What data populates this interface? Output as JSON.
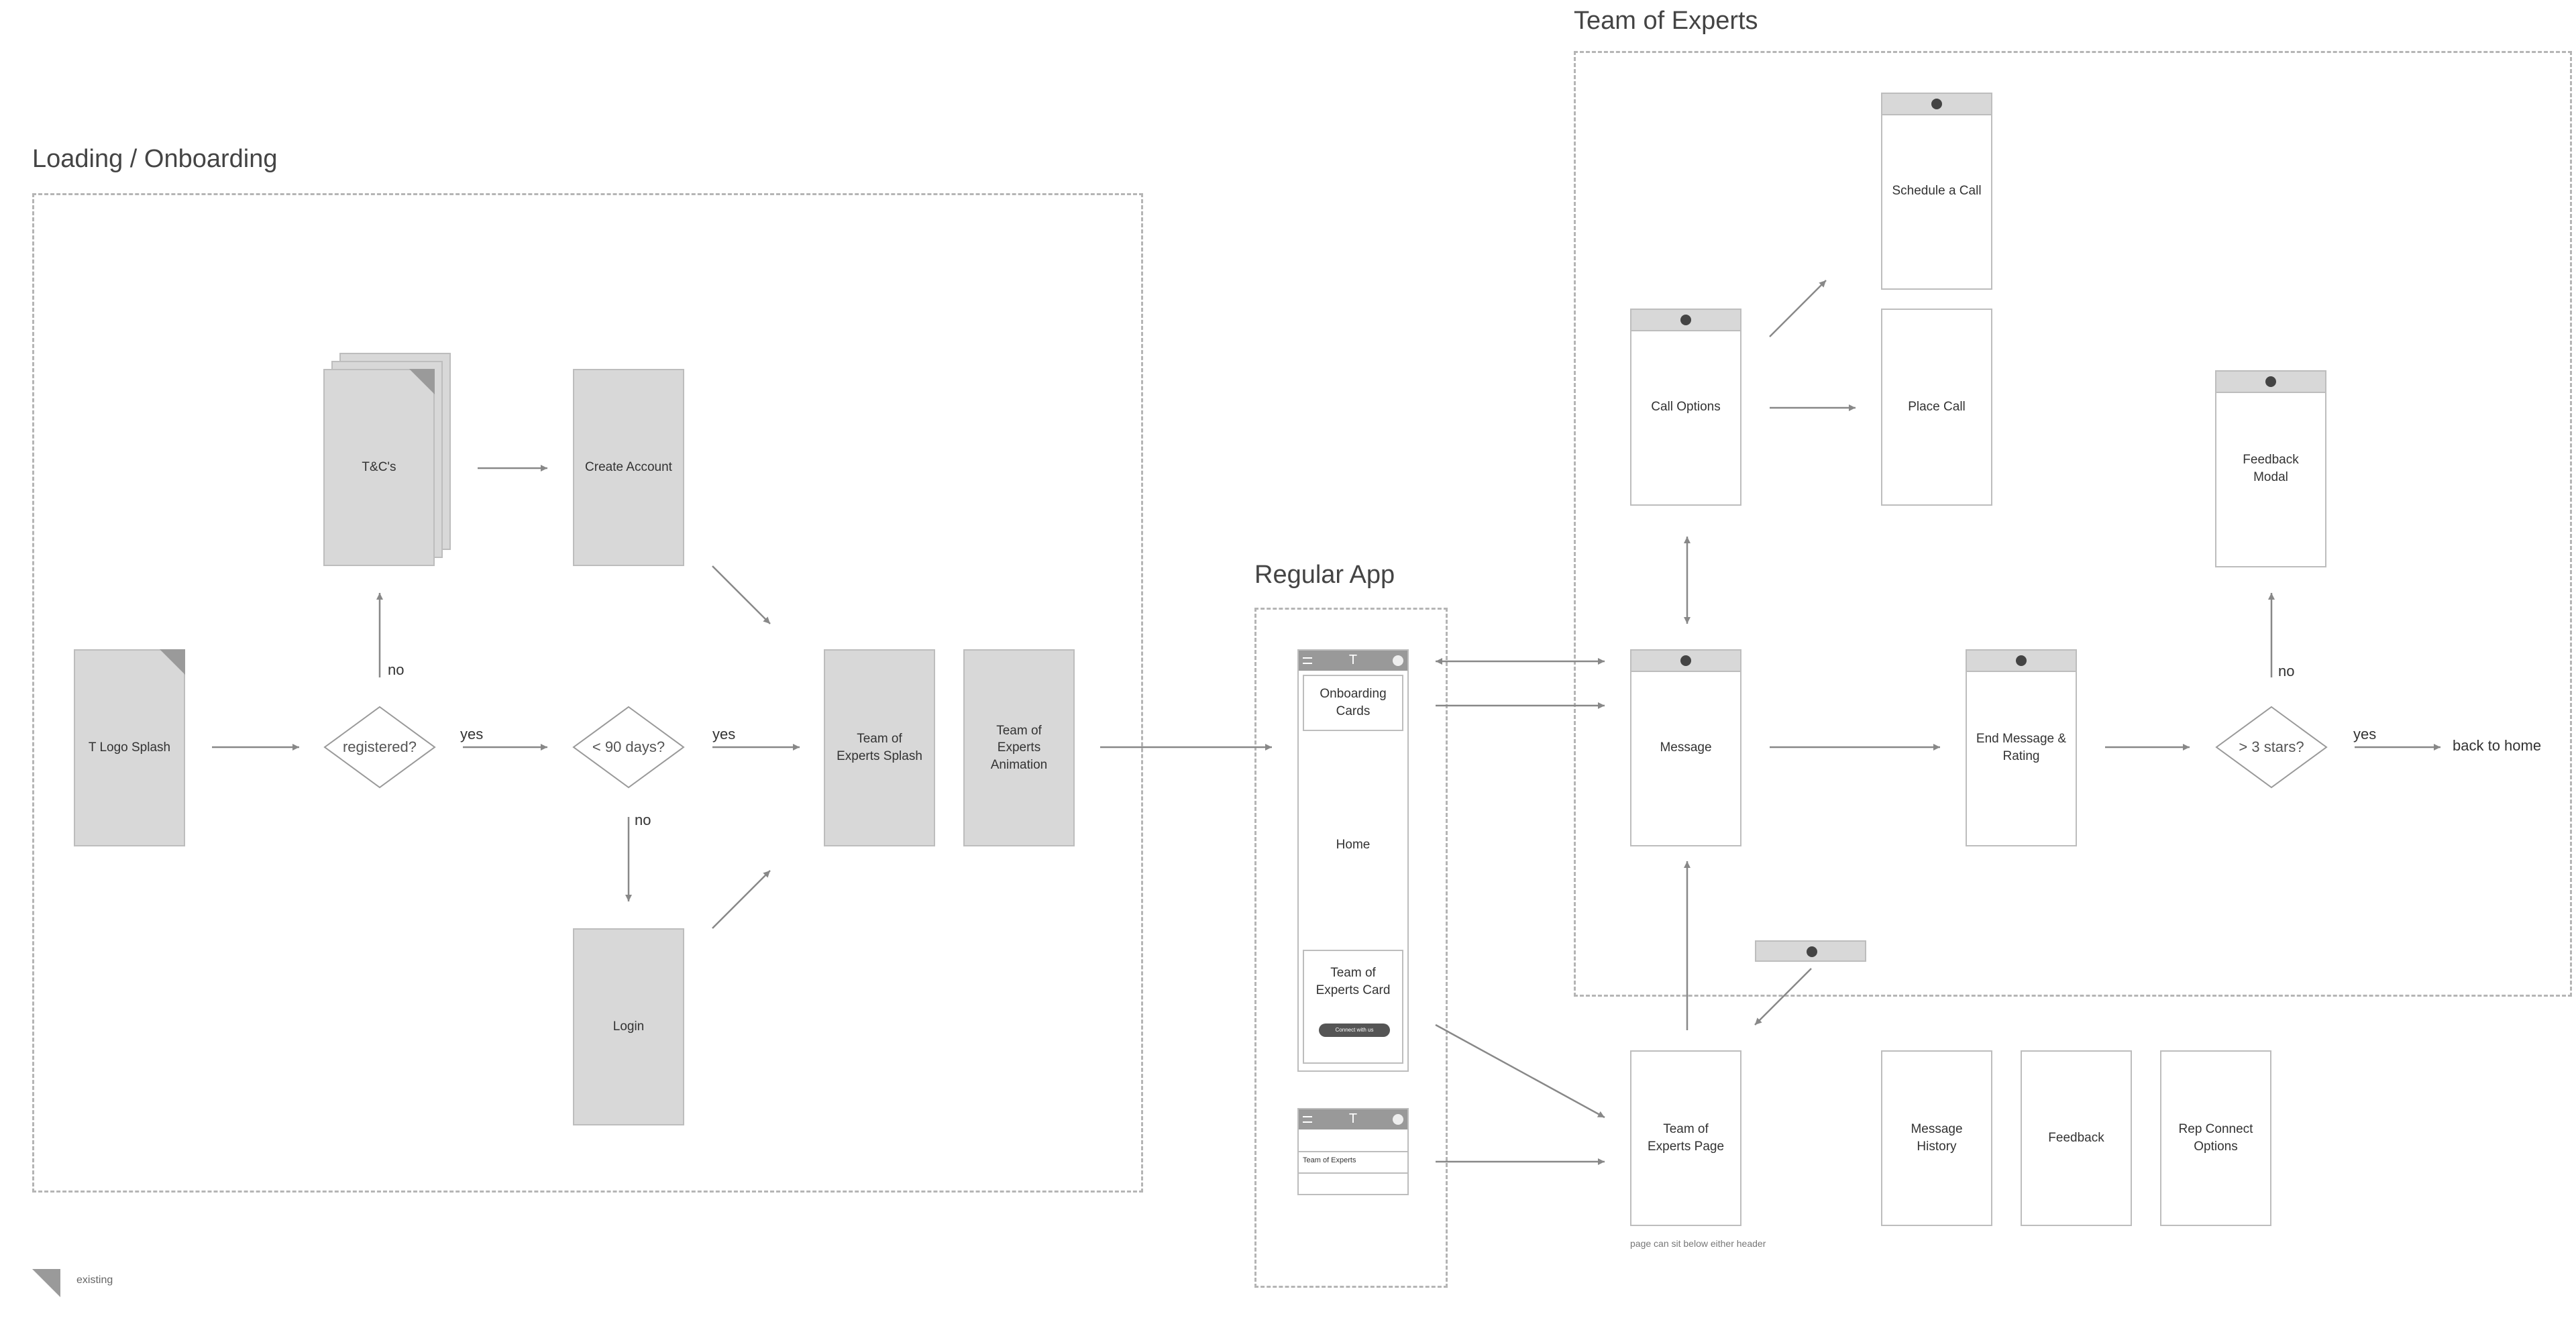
{
  "titles": {
    "onboarding": "Loading / Onboarding",
    "regular": "Regular App",
    "experts": "Team of Experts"
  },
  "nodes": {
    "splash": "T Logo Splash",
    "tcs": "T&C's",
    "create_account": "Create Account",
    "login": "Login",
    "experts_splash": "Team of\nExperts Splash",
    "experts_animation": "Team of\nExperts\nAnimation",
    "onboarding_cards": "Onboarding\nCards",
    "home": "Home",
    "experts_card": "Team of\nExperts Card",
    "connect_btn": "Connect with us",
    "phone_header_letter": "T",
    "team_of_experts_row": "Team of Experts",
    "call_options": "Call Options",
    "schedule_call": "Schedule a Call",
    "place_call": "Place Call",
    "feedback_modal": "Feedback\nModal",
    "message": "Message",
    "end_message": "End Message &\nRating",
    "experts_page": "Team of\nExperts Page",
    "message_history": "Message\nHistory",
    "feedback": "Feedback",
    "rep_connect": "Rep Connect\nOptions",
    "back_home": "back to home"
  },
  "decisions": {
    "registered": "registered?",
    "days": "< 90 days?",
    "stars": "> 3 stars?"
  },
  "edge_labels": {
    "no1": "no",
    "yes1": "yes",
    "yes2": "yes",
    "no2": "no",
    "no3": "no",
    "yes3": "yes"
  },
  "notes": {
    "below_header": "page can sit below either header",
    "legend": "existing"
  }
}
